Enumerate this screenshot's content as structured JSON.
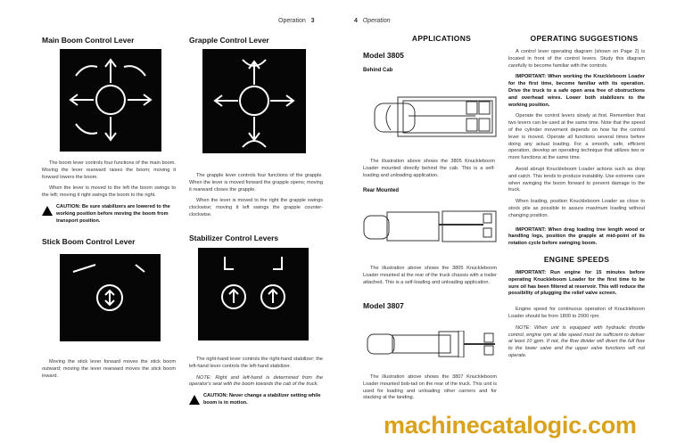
{
  "left_page": {
    "header": {
      "section": "Operation",
      "page": "3"
    },
    "main_boom": {
      "title": "Main Boom Control Lever",
      "p1": "The boom lever controls four functions of the main boom. Moving the lever rearward raises the boom; moving it forward lowers the boom.",
      "p2": "When the lever is moved to the left the boom swings to the left; moving it right swings the boom to the right.",
      "caution": "CAUTION: Be sure stabilizers are lowered to the working position before moving the boom from transport position."
    },
    "stick_boom": {
      "title": "Stick Boom Control Lever",
      "p1": "Moving the stick lever forward moves the stick boom outward; moving the lever rearward moves the stick boom inward."
    },
    "grapple": {
      "title": "Grapple Control Lever",
      "p1": "The grapple lever controls four functions of the grapple. When the lever is moved forward the grapple opens; moving it rearward closes the grapple.",
      "p2": "When the lever is moved to the right the grapple swings clockwise; moving it left swings the grapple counter-clockwise."
    },
    "stabilizer": {
      "title": "Stabilizer Control Levers",
      "p1": "The right-hand lever controls the right-hand stabilizer; the left-hand lever controls the left-hand stabilizer.",
      "note": "NOTE: Right and left-hand is determined from the operator's seat with the boom towards the cab of the truck.",
      "caution": "CAUTION: Never change a stabilizer setting while boom is in motion."
    }
  },
  "right_page": {
    "header": {
      "page": "4",
      "section": "Operation"
    },
    "applications": {
      "title": "APPLICATIONS",
      "model1": "Model 3805",
      "behind_cab": "Behind Cab",
      "behind_cab_text": "The illustration above shows the 3805 Knuckleboom Loader mounted directly behind the cab. This is a self-loading and unloading application.",
      "rear_mounted": "Rear Mounted",
      "rear_text": "The illustration above shows the 3805 Knuckleboom Loader mounted at the rear of the truck chassis with a trailer attached. This is a self-loading and unloading application.",
      "model2": "Model 3807",
      "model2_text": "The illustration above shows the 3807 Knuckleboom Loader mounted bob-tail on the rear of the truck. This unit is used for loading and unloading other carriers and for stacking at the landing."
    },
    "operating": {
      "title": "OPERATING SUGGESTIONS",
      "p1": "A control lever operating diagram (shown on Page 2) is located in front of the control levers. Study this diagram carefully to become familiar with the controls.",
      "important1": "IMPORTANT: When working the Knuckleboom Loader for the first time, become familiar with its operation. Drive the truck to a safe open area free of obstructions and overhead wires. Lower both stabilizers to the working position.",
      "p2": "Operate the control levers slowly at first. Remember that two levers can be used at the same time. Note that the speed of the cylinder movement depends on how far the control lever is moved. Operate all functions several times before doing any actual loading. For a smooth, safe, efficient operation, develop an operating technique that utilizes two or more functions at the same time.",
      "p3": "Avoid abrupt Knuckleboom Loader actions such as drop and catch. This tends to produce instability. Use extreme care when swinging the boom forward to prevent damage to the truck.",
      "p4": "When loading, position Knuckleboom Loader as close to stock pile as possible to assure maximum loading without changing position.",
      "important2": "IMPORTANT: When drag loading tree length wood or handling logs, position the grapple at mid-point of its rotation cycle before swinging boom."
    },
    "engine": {
      "title": "ENGINE SPEEDS",
      "important": "IMPORTANT: Run engine for 15 minutes before operating Knuckleboom Loader for the first time to be sure oil has been filtered at reservoir. This will reduce the possibility of plugging the relief valve screen.",
      "p1": "Engine speed for continuous operation of Knuckleboom Loader should be from 1800 to 2000 rpm.",
      "note": "NOTE: When unit is equipped with hydraulic throttle control, engine rpm at idle speed must be sufficient to deliver at least 10 gpm. If not, the flow divider will divert the full flow to the lower valve and the upper valve functions will not operate."
    }
  },
  "watermark": "machinecatalogic.com"
}
